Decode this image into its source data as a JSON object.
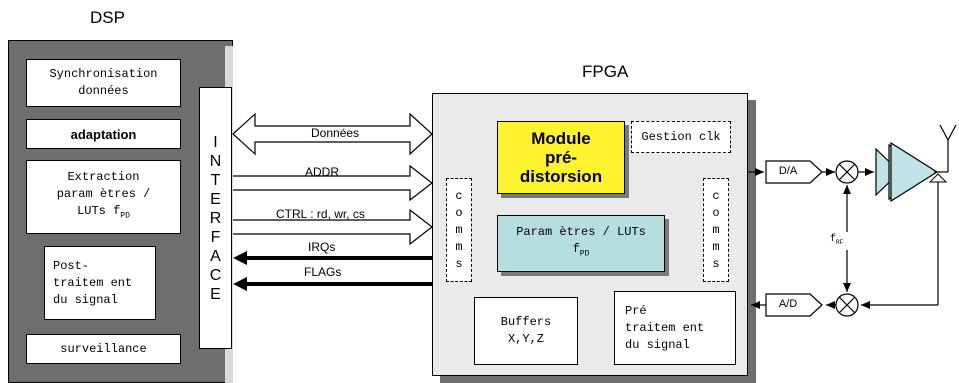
{
  "dsp": {
    "title": "DSP",
    "blocks": {
      "sync_line1": "Synchronisation",
      "sync_line2": "données",
      "adaptation": "adaptation",
      "extraction_line1": "Extraction",
      "extraction_line2": "param ètres /",
      "extraction_line3": "LUTs f",
      "extraction_sub": "PD",
      "post_line1": "Post-",
      "post_line2": "traitem ent",
      "post_line3": "du signal",
      "surveillance": "surveillance"
    },
    "interface_letters": [
      "I",
      "N",
      "T",
      "E",
      "R",
      "F",
      "A",
      "C",
      "E"
    ]
  },
  "fpga": {
    "title": "FPGA",
    "module_line1": "Module",
    "module_line2": "pré-",
    "module_line3": "distorsion",
    "gestion_clk": "Gestion clk",
    "comms_letters": [
      "c",
      "o",
      "m",
      "m",
      "s"
    ],
    "params_line1": "Param ètres / LUTs",
    "params_line2": "f",
    "params_sub": "PD",
    "buffers_line1": "Buffers",
    "buffers_line2": "X,Y,Z",
    "pretraitement_line1": "Pré",
    "pretraitement_line2": "traitem ent",
    "pretraitement_line3": "du signal"
  },
  "buses": {
    "donnees": "Données",
    "addr": "ADDR",
    "ctrl": "CTRL : rd, wr, cs",
    "irqs": "IRQs",
    "flags": "FLAGs"
  },
  "rf": {
    "da": "D/A",
    "ad": "A/D",
    "frf": "f",
    "frf_sub": "RF"
  },
  "colors": {
    "module_fill": "#FFF22E",
    "params_fill": "#B7DEDE",
    "dsp_fill": "#6E6E6E",
    "fpga_fill": "#EAEAEA",
    "amp_fill": "#BFE3E7"
  }
}
